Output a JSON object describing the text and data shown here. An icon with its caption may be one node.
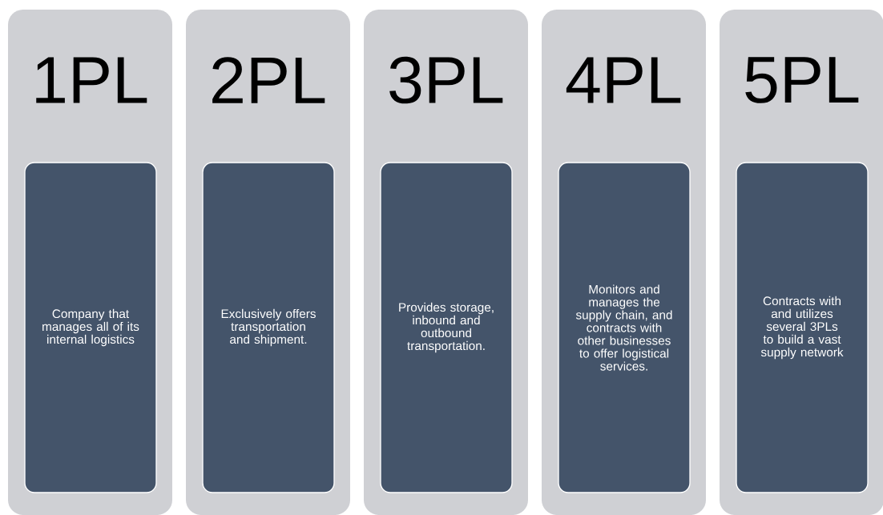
{
  "diagram": {
    "nodes": [
      {
        "text": [
          "1PL"
        ]
      },
      {
        "text": [
          "Company that manages all of its internal logistics"
        ],
        "in": 0
      },
      {
        "text": [
          "2PL"
        ]
      },
      {
        "text": [
          "Exclusively offers transportation and shipment."
        ],
        "in": 2
      },
      {
        "text": [
          "3PL"
        ]
      },
      {
        "text": [
          "Provides storage, inbound and outbound transportation."
        ],
        "in": 4
      },
      {
        "text": [
          "4PL"
        ]
      },
      {
        "text": [
          "Monitors and manages the supply chain, and contracts with other businesses to offer logistical services."
        ],
        "in": 6
      },
      {
        "text": [
          "5PL"
        ]
      },
      {
        "text": [
          "Contracts with and utilizes several 3PLs to build a vast supply network"
        ],
        "in": 8
      }
    ]
  }
}
